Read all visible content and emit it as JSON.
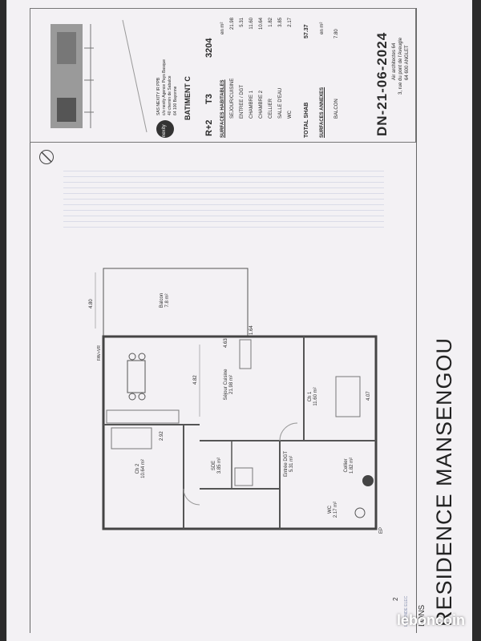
{
  "header": {
    "title": "RESIDENCE MANSENGOU",
    "city": "LONS"
  },
  "promoter": {
    "company": "SAS NEXITY IR PPB",
    "line2": "c/o nexity Agence Pays Basque",
    "line3": "40 chemin de Sabalce",
    "line4": "64 100 Bayonne",
    "logo_text": "nexity"
  },
  "lot": {
    "building": "BATIMENT C",
    "level": "R+2",
    "type": "T3",
    "number": "3204"
  },
  "surfaces": {
    "heading": "SURFACES HABITABLES",
    "unit": "en m²",
    "rows": [
      {
        "label": "SEJOUR/CUISINE",
        "value": "21.98"
      },
      {
        "label": "ENTREE / DGT",
        "value": "5.31"
      },
      {
        "label": "CHAMBRE 1",
        "value": "11.60"
      },
      {
        "label": "CHAMBRE 2",
        "value": "10.64"
      },
      {
        "label": "CELLIER",
        "value": "1.82"
      },
      {
        "label": "SALLE D'EAU",
        "value": "3.85"
      },
      {
        "label": "WC",
        "value": "2.17"
      }
    ],
    "total_label": "TOTAL SHAB",
    "total_value": "57.37"
  },
  "annexes": {
    "heading": "SURFACES ANNEXES",
    "unit": "en m²",
    "rows": [
      {
        "label": "BALCON",
        "value": "7.80"
      }
    ]
  },
  "revision": "DN-21-06-2024",
  "architect": {
    "name": "Air architectes 64",
    "address": "3, rue du pont de l'Aveugle",
    "city": "64 600 ANGLET"
  },
  "plan": {
    "rooms": [
      {
        "name": "Balcon",
        "area": "7.8 m²"
      },
      {
        "name": "Ch 2",
        "area": "10.64 m²"
      },
      {
        "name": "Séjour Cuisine",
        "area": "21.98 m²"
      },
      {
        "name": "SDE",
        "area": "3.85 m²"
      },
      {
        "name": "Entrée DGT",
        "area": "5.31 m²"
      },
      {
        "name": "Ch 1",
        "area": "11.60 m²"
      },
      {
        "name": "WC",
        "area": "2.17 m²"
      },
      {
        "name": "Cellier",
        "area": "1.82 m²"
      }
    ],
    "dims": {
      "balcony": "4.80",
      "balcony_side": "1.64",
      "living": "4.82",
      "depth": "4.63",
      "ch1": "4.07",
      "ch2": "2.92"
    },
    "window_tag": "FAV+VR",
    "entry": "EP"
  },
  "legend_title": "LEGENDE ELEC",
  "page_number": "2",
  "watermark": "leboncoin",
  "colors": {
    "logo": "#333333",
    "accent_text": "#8a94b2"
  }
}
